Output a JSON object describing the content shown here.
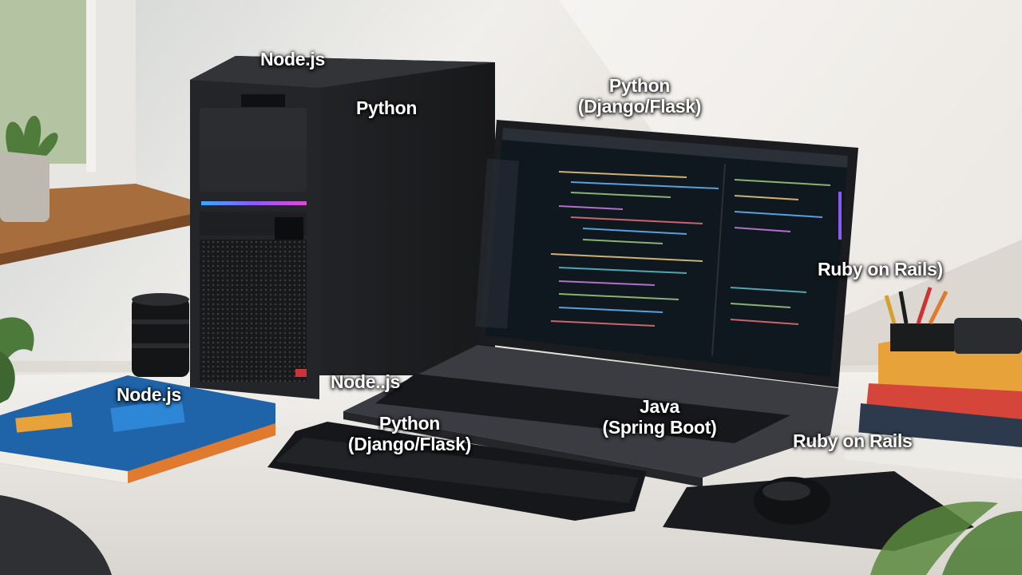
{
  "labels": {
    "tower_top": "Node.js",
    "tower_side": "Python",
    "laptop_top_line1": "Python",
    "laptop_top_line2": "(Django/Flask)",
    "screen_right": "Ruby on Rails)",
    "tower_base": "Node..js",
    "book_left": "Node.js",
    "keyboard_line1": "Python",
    "keyboard_line2": "(Django/Flask)",
    "laptop_keys_line1": "Java",
    "laptop_keys_line2": "(Spring Boot)",
    "desk_right": "Ruby on Rails"
  },
  "colors": {
    "wall": "#ecebe8",
    "tower": "#1f2022",
    "screen": "#10181f",
    "accent_led": "#8a5cf6",
    "book_blue": "#1f63a8",
    "book_orange": "#e8a23a"
  }
}
